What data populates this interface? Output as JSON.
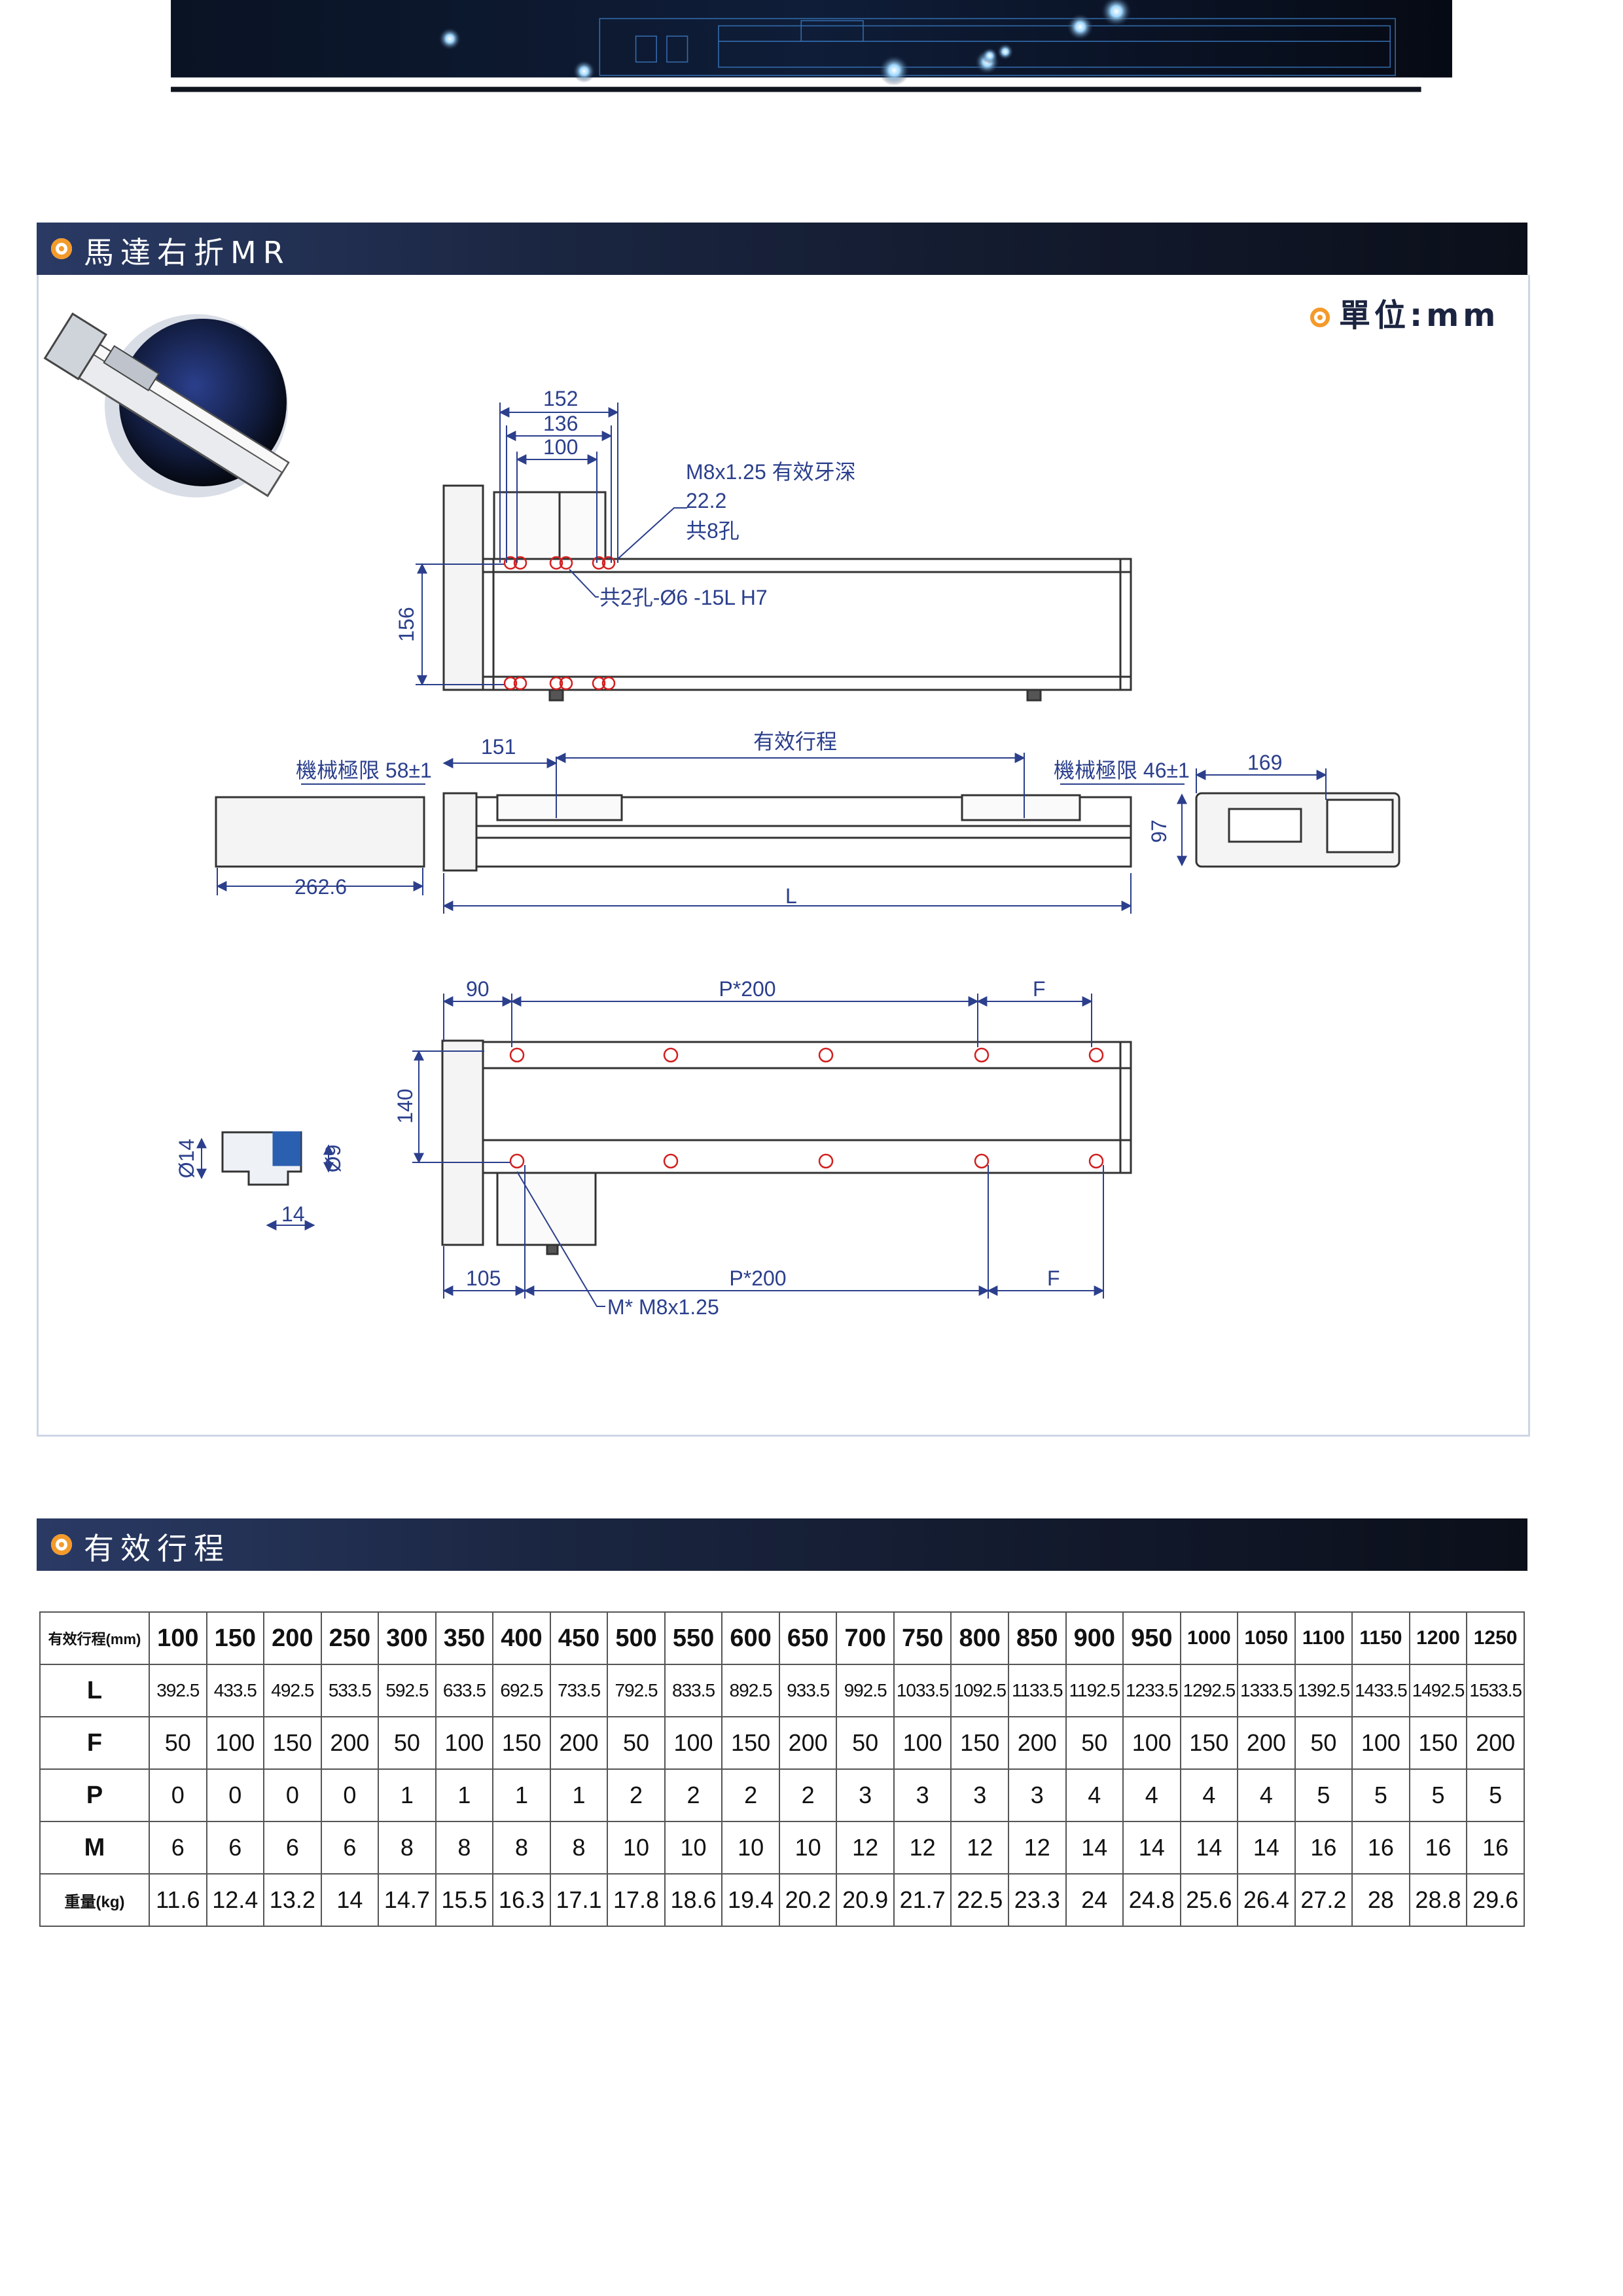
{
  "section1": {
    "title": "馬達右折MR"
  },
  "unit_label": "單位:mm",
  "drawing": {
    "top_view": {
      "dims": [
        "152",
        "136",
        "100",
        "156"
      ],
      "note_lines": [
        "M8x1.25 有效牙深",
        "22.2",
        "共8孔"
      ],
      "pin_note": "共2孔-Ø6 -15L H7"
    },
    "side_view": {
      "mech_limit_left": "機械極限 58±1",
      "dim_151": "151",
      "effective_stroke": "有效行程",
      "mech_limit_right": "機械極限 46±1",
      "dim_262": "262.6",
      "dim_L": "L",
      "dim_169": "169",
      "dim_97": "97"
    },
    "bottom_view": {
      "dim_90": "90",
      "dim_p200_top": "P*200",
      "dim_F_top": "F",
      "dim_140": "140",
      "dim_105": "105",
      "dim_p200_bottom": "P*200",
      "dim_F_bottom": "F",
      "tap_note": "M* M8x1.25",
      "detail_d14": "Ø14",
      "detail_d9": "Ø9",
      "detail_14": "14"
    }
  },
  "section2": {
    "title": "有效行程"
  },
  "table": {
    "corner": "有效行程(mm)",
    "strokes": [
      "100",
      "150",
      "200",
      "250",
      "300",
      "350",
      "400",
      "450",
      "500",
      "550",
      "600",
      "650",
      "700",
      "750",
      "800",
      "850",
      "900",
      "950",
      "1000",
      "1050",
      "1100",
      "1150",
      "1200",
      "1250"
    ],
    "rows": [
      {
        "label": "L",
        "values": [
          "392.5",
          "433.5",
          "492.5",
          "533.5",
          "592.5",
          "633.5",
          "692.5",
          "733.5",
          "792.5",
          "833.5",
          "892.5",
          "933.5",
          "992.5",
          "1033.5",
          "1092.5",
          "1133.5",
          "1192.5",
          "1233.5",
          "1292.5",
          "1333.5",
          "1392.5",
          "1433.5",
          "1492.5",
          "1533.5"
        ]
      },
      {
        "label": "F",
        "values": [
          "50",
          "100",
          "150",
          "200",
          "50",
          "100",
          "150",
          "200",
          "50",
          "100",
          "150",
          "200",
          "50",
          "100",
          "150",
          "200",
          "50",
          "100",
          "150",
          "200",
          "50",
          "100",
          "150",
          "200"
        ]
      },
      {
        "label": "P",
        "values": [
          "0",
          "0",
          "0",
          "0",
          "1",
          "1",
          "1",
          "1",
          "2",
          "2",
          "2",
          "2",
          "3",
          "3",
          "3",
          "3",
          "4",
          "4",
          "4",
          "4",
          "5",
          "5",
          "5",
          "5"
        ]
      },
      {
        "label": "M",
        "values": [
          "6",
          "6",
          "6",
          "6",
          "8",
          "8",
          "8",
          "8",
          "10",
          "10",
          "10",
          "10",
          "12",
          "12",
          "12",
          "12",
          "14",
          "14",
          "14",
          "14",
          "16",
          "16",
          "16",
          "16"
        ]
      },
      {
        "label": "重量(kg)",
        "values": [
          "11.6",
          "12.4",
          "13.2",
          "14",
          "14.7",
          "15.5",
          "16.3",
          "17.1",
          "17.8",
          "18.6",
          "19.4",
          "20.2",
          "20.9",
          "21.7",
          "22.5",
          "23.3",
          "24",
          "24.8",
          "25.6",
          "26.4",
          "27.2",
          "28",
          "28.8",
          "29.6"
        ]
      }
    ]
  },
  "colors": {
    "accent": "#f39a2b",
    "dimension": "#2b3f8c",
    "header_dark": "#0b0f1a",
    "header_blue": "#2a3a64"
  }
}
